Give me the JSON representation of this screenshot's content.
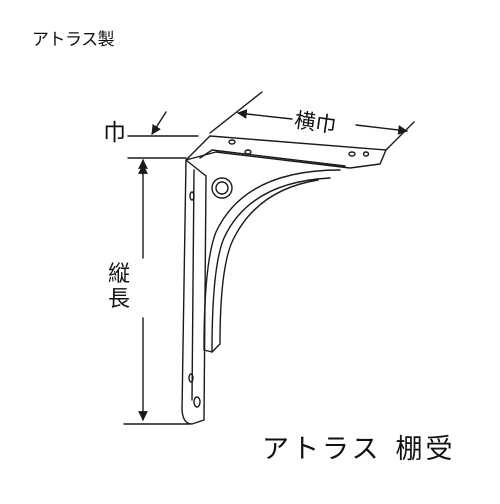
{
  "labels": {
    "maker": "アトラス製",
    "width": "横巾",
    "thickness": "巾",
    "length": "縦長",
    "product_brand": "アトラス",
    "product_name": "棚受"
  },
  "colors": {
    "line": "#1a1a1a",
    "background": "#ffffff"
  }
}
